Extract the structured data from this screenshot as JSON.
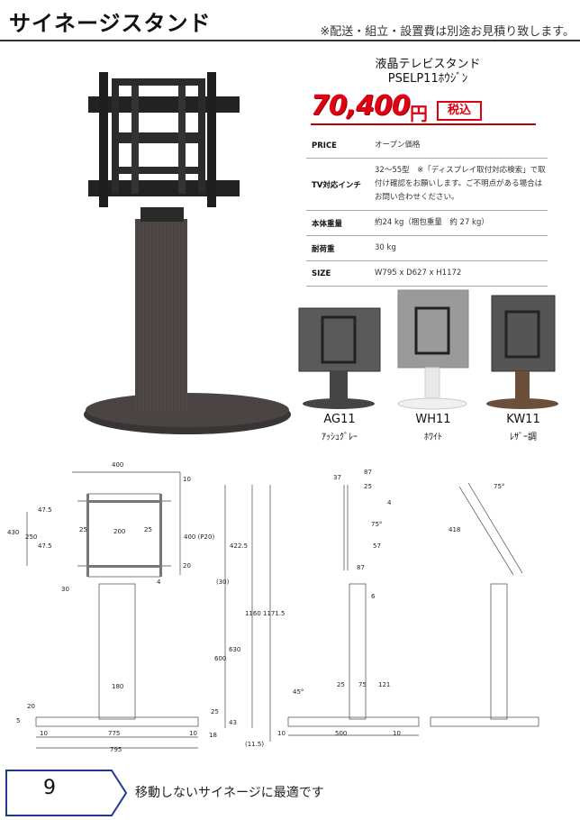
{
  "header": {
    "title": "サイネージスタンド",
    "note": "※配送・組立・設置費は別途お見積り致します。"
  },
  "product": {
    "name": "液晶テレビスタンド",
    "model": "PSELP11ﾎｳｼﾞﾝ",
    "price": "70,400",
    "currency": "円",
    "tax": "税込"
  },
  "specs": [
    {
      "label": "PRICE",
      "value": "オープン価格"
    },
    {
      "label": "TV対応インチ",
      "value": "32～55型　※「ディスプレイ取付対応検索」で取付け確認をお願いします。ご不明点がある場合はお問い合わせください。"
    },
    {
      "label": "本体重量",
      "value": "約24 kg（梱包重量　約 27 kg）"
    },
    {
      "label": "耐荷重",
      "value": "30 kg"
    },
    {
      "label": "SIZE",
      "value": "W795 x D627 x H1172"
    }
  ],
  "variants": [
    {
      "code": "AG11",
      "name": "ｱｯｼｭｸﾞﾚｰ",
      "color": "#4a4a4a"
    },
    {
      "code": "WH11",
      "name": "ﾎﾜｲﾄ",
      "color": "#e8e8e8"
    },
    {
      "code": "KW11",
      "name": "ﾚｻﾞｰ調",
      "color": "#6b4f3a"
    }
  ],
  "dimensions": {
    "front": [
      "400",
      "10",
      "47.5",
      "25",
      "200",
      "47.5",
      "250",
      "430",
      "25",
      "400 (P20)",
      "20",
      "422.5",
      "30",
      "4",
      "(30)",
      "1160",
      "1171.5",
      "600",
      "630",
      "180",
      "20",
      "25",
      "5",
      "43",
      "18",
      "10",
      "775",
      "10",
      "795",
      "(11.5)"
    ],
    "side": [
      "37",
      "87",
      "25",
      "4",
      "75°",
      "57",
      "87",
      "6",
      "45°",
      "25",
      "75",
      "121",
      "10",
      "500",
      "10"
    ],
    "tilt": [
      "75°",
      "418"
    ]
  },
  "footer": {
    "page_number": "9",
    "caption": "移動しないサイネージに最適です"
  },
  "colors": {
    "price_red": "#e00012",
    "page_border": "#1e3a8a"
  }
}
